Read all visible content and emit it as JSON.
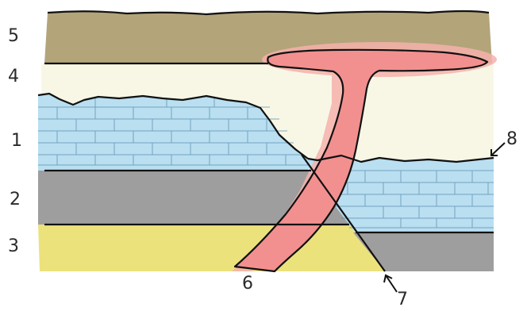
{
  "diagram": {
    "layer_labels": [
      "5",
      "4",
      "1",
      "2",
      "3"
    ],
    "feature_labels": {
      "intrusion": "6",
      "fault": "7",
      "unconformity": "8"
    },
    "colors": {
      "sandstone_top": "#b3a47a",
      "chalk": "#f8f7e6",
      "limestone": "#b9dff1",
      "shale": "#9e9e9e",
      "sand": "#ece27c",
      "magma": "#f2908f",
      "halo": "#f6b1ab",
      "outline": "#111111"
    }
  }
}
